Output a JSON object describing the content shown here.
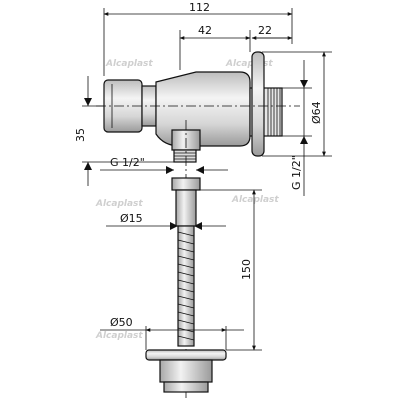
{
  "dimensions": {
    "overall_width": "112",
    "body_length": "42",
    "flange_depth": "22",
    "flange_diameter": "Ø64",
    "thread_rear": "G 1/2\"",
    "outlet_height": "35",
    "thread_outlet": "G 1/2\"",
    "pipe_diameter": "Ø15",
    "pipe_length": "150",
    "washer_diameter": "Ø50"
  },
  "watermarks": [
    "Alcaplast",
    "Alcaplast",
    "Alcaplast",
    "Alcaplast",
    "Alcaplast"
  ],
  "colors": {
    "line": "#111111",
    "fill_light": "#e6e6e6",
    "fill_mid": "#cfcfcf",
    "watermark": "#cfcfcf"
  }
}
